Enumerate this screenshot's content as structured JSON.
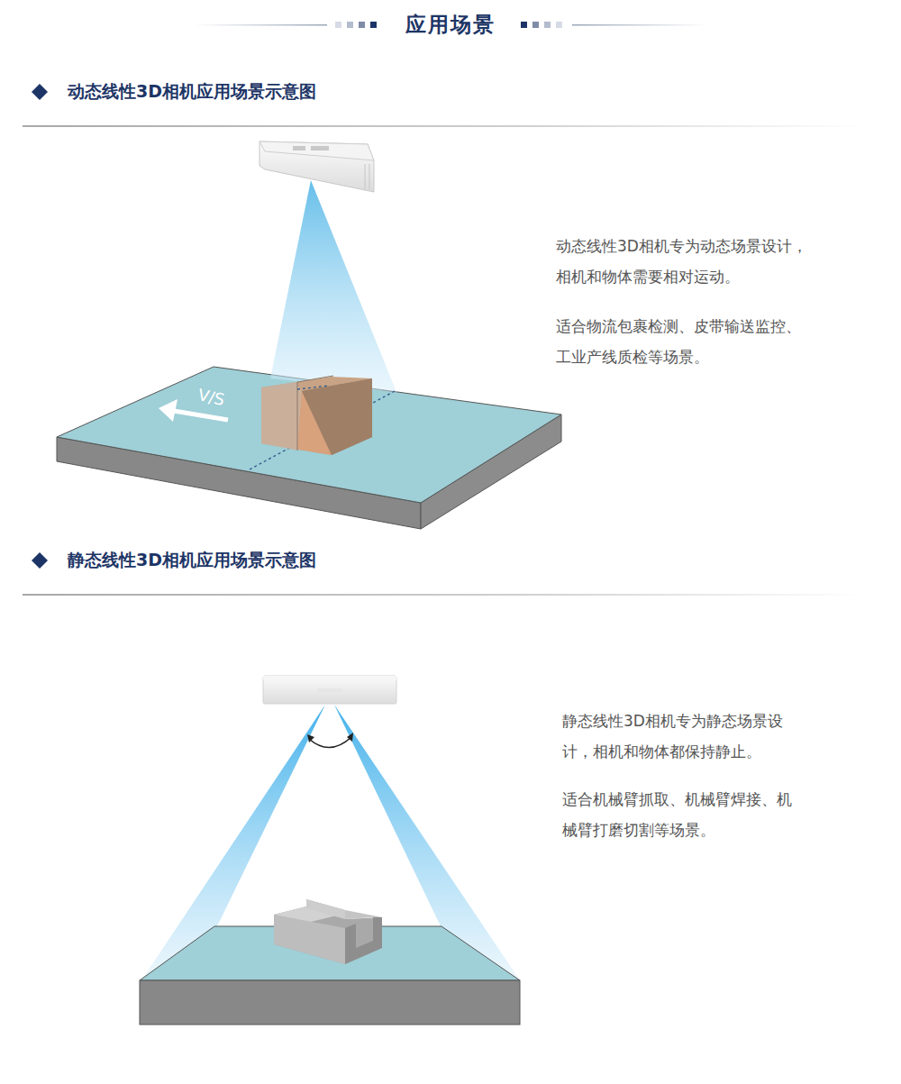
{
  "diagram": {
    "title": "应用场景",
    "labels": [
      "动态线性3D相机应用场景示意图",
      "V/S",
      "动态线性3D相机专为动态场景设计， 相机和物体需要相对运动。",
      "适合物流包裹检测、皮带输送监控、 工业产线质检等场景。",
      "静态线性3D相机应用场景示意图",
      "静态线性3D相机专为静态场景设 计，相机和物体都保持静止。",
      "适合机械臂抓取、机械臂焊接、机 械臂打磨切割等场景。"
    ]
  }
}
